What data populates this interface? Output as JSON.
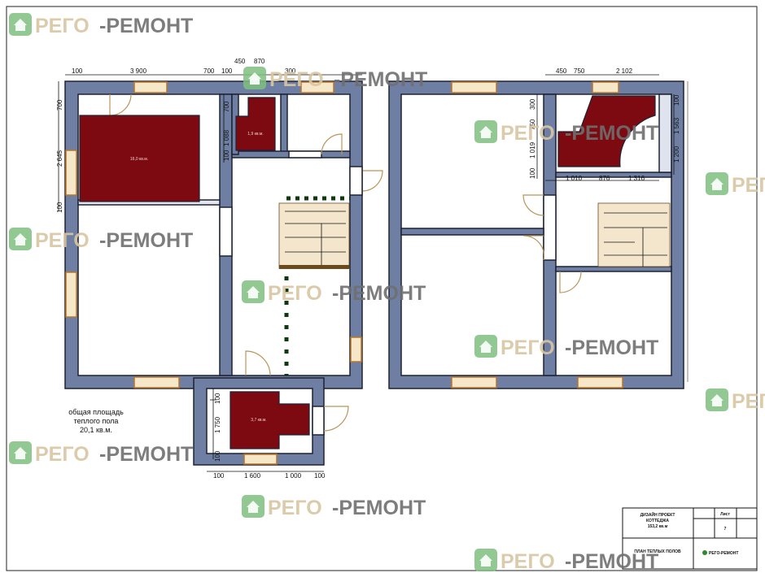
{
  "watermark": {
    "part1": "РЕГО",
    "part2": "-РЕМОНТ"
  },
  "dimensions": {
    "top_left": [
      "100",
      "3 900",
      "700",
      "100",
      "450",
      "870",
      "300"
    ],
    "left_side": [
      "700",
      "2 645",
      "100"
    ],
    "bath_side": [
      "1 088",
      "100",
      "700"
    ],
    "top_right": [
      "450",
      "750",
      "2 102"
    ],
    "right_side": [
      "300",
      "750",
      "1 019",
      "100"
    ],
    "right_inner": [
      "1 010",
      "876",
      "1 316"
    ],
    "right_edge": [
      "100",
      "1 563",
      "1 200"
    ],
    "porch_side": [
      "100",
      "1 750",
      "100"
    ],
    "porch_bottom": [
      "100",
      "1 600",
      "1 000",
      "100"
    ]
  },
  "rooms": {
    "living_area": "16,0 кв.м.",
    "bath_area": "1,9 кв.м.",
    "porch_area": "3,7 кв.м."
  },
  "note": {
    "line1": "общая площадь",
    "line2": "теплого пола",
    "line3": "20,1 кв.м."
  },
  "title_block": {
    "project_line1": "ДИЗАЙН ПРОЕКТ",
    "project_line2": "КОТТЕДЖА",
    "project_line3": "153,2 кв.м",
    "sheet_label": "Лист",
    "sheet_number": "7",
    "drawing_title": "ПЛАН ТЕПЛЫХ ПОЛОВ",
    "logo_text": "РЕГО-РЕМОНТ"
  },
  "colors": {
    "wall": "#6f7fa3",
    "heated_floor": "#7d0a10",
    "window": "#f6e7c8",
    "logo_green": "#5aa05a"
  }
}
